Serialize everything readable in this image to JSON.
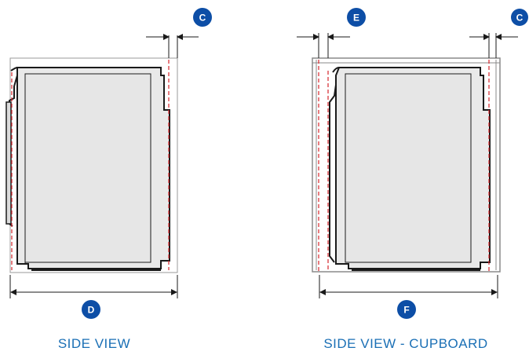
{
  "labels": {
    "c_left": "C",
    "c_right": "C",
    "d": "D",
    "e": "E",
    "f": "F"
  },
  "captions": {
    "left": "SIDE VIEW",
    "right": "SIDE VIEW - CUPBOARD"
  },
  "colors": {
    "badge": "#0d4ea6",
    "caption": "#1a6fb5",
    "outline": "#1a1a1a",
    "body_fill": "#e9e9e9",
    "dashed": "#d6262b",
    "cabinet": "#8a8a8a"
  }
}
